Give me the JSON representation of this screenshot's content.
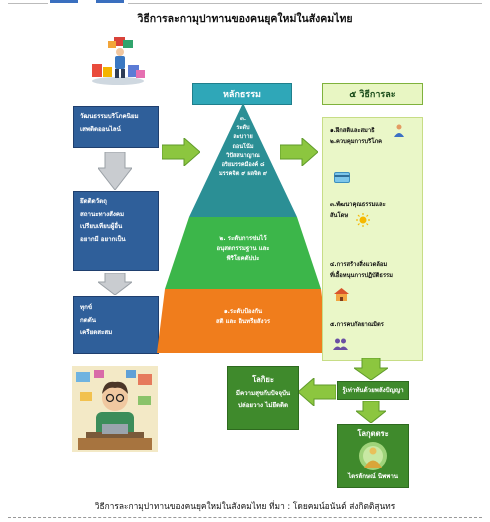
{
  "title": "วิธีการละกามุปาทานของคนยุคใหม่ในสังคมไทย",
  "left_column": {
    "box1": [
      "วัฒนธรรมบริโภคนิยม",
      "เสพติดออนไลน์"
    ],
    "box2": [
      "ยึดติดวัตถุ",
      "สถานะทางสังคม",
      "เปรียบเทียบผู้อื่น",
      "อยากมี อยากเป็น"
    ],
    "box3": [
      "ทุกข์",
      "กดดัน",
      "เครียดสะสม"
    ]
  },
  "pyramid": {
    "header": "หลักธรรม",
    "top": [
      "๓.",
      "ระดับ",
      "ละบาาย",
      "ถอนโน้ม",
      "วิปัสสนาญาณ",
      "อริยมรรคมีองค์ ๘",
      "มรรคจิต ๙ ผลจิต ๙"
    ],
    "middle": [
      "๒. ระดับการข่มไว้",
      "อนุสตกรรมฐาน และ",
      "พิริโยคตัปปะ"
    ],
    "bottom": [
      "๑.ระดับป้องกัน",
      "สติ และ อินทรียสังวร"
    ]
  },
  "methods": {
    "header": "๕ วิธีการละ",
    "items": [
      [
        "๑.ฝึกสติและสมาธิ",
        "๒.ควบคุมการบริโภค"
      ],
      [
        "๓.พัฒนาคุณธรรมและ",
        "สันโดษ"
      ],
      [
        "๔.การสร้างสิ่งแวดล้อม",
        "ที่เอื้อหนุนการปฏิบัติธรรม"
      ],
      [
        "๕.การคบกัลยาณมิตร"
      ]
    ]
  },
  "results": {
    "lokiya": [
      "โลกิยะ",
      "มีความสุขกับปัจจุบัน",
      "ปล่อยวาง ไม่ยึดติด"
    ],
    "wisdom": "รู้เท่าทันด้วยพลังปัญญา",
    "lokuttara": [
      "โลกุตตระ",
      "ไตรลักษณ์ นิพพาน"
    ]
  },
  "caption": "วิธีการละกามุปาทานของคนยุคใหม่ในสังคมไทย  ที่มา : โดยคมน์อนันต์ ส่งกิตติสุนทร",
  "colors": {
    "blue_box": "#2f5f9a",
    "arrow_green": "#8cc63f",
    "pyramid_top": "#2b8f95",
    "pyramid_middle": "#3cb64a",
    "pyramid_bottom": "#f07d1c",
    "header_teal": "#2fa7b8",
    "methods_panel": "#eaf7c8",
    "result_green": "#3f8a2c"
  }
}
